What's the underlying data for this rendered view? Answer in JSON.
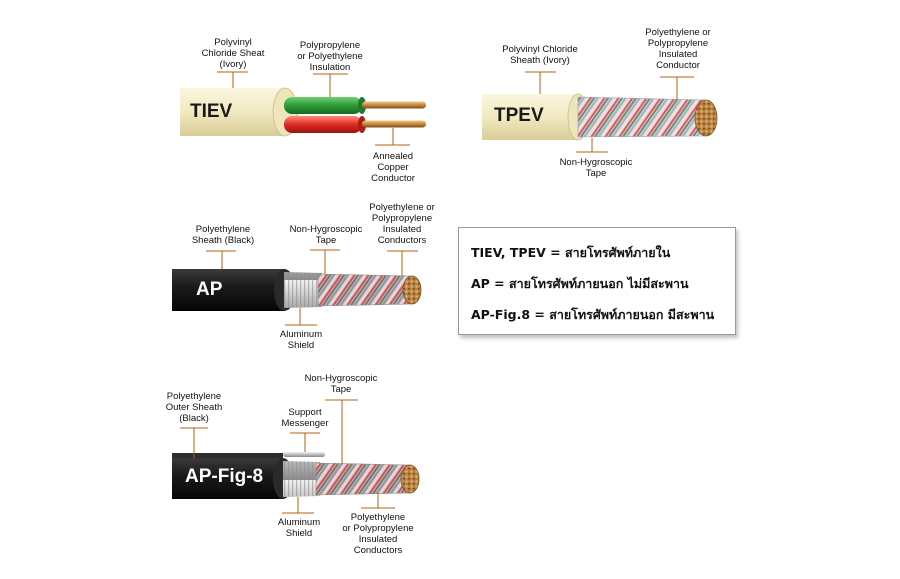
{
  "tiev": {
    "name": "TIEV",
    "sheath_label": "Polyvinyl\nChloride Sheat\n(Ivory)",
    "insulation_label": "Polypropylene\nor Polyethylene\nInsulation",
    "conductor_label": "Annealed\nCopper\nConductor"
  },
  "tpev": {
    "name": "TPEV",
    "sheath_label": "Polyvinyl Chloride\nSheath (Ivory)",
    "conductor_label": "Polyethylene or\nPolypropylene\nInsulated\nConductor",
    "tape_label": "Non-Hygroscopic\nTape"
  },
  "ap": {
    "name": "AP",
    "sheath_label": "Polyethylene\nSheath (Black)",
    "tape_label": "Non-Hygroscopic\nTape",
    "conductor_label": "Polyethylene or\nPolypropylene\nInsulated\nConductors",
    "shield_label": "Aluminum\nShield"
  },
  "apfig8": {
    "name": "AP-Fig-8",
    "sheath_label": "Polyethylene\nOuter Sheath\n(Black)",
    "tape_label": "Non-Hygroscopic\nTape",
    "messenger_label": "Support\nMessenger",
    "shield_label": "Aluminum\nShield",
    "conductor_label": "Polyethylene\nor Polypropylene\nInsulated\nConductors"
  },
  "legend": {
    "line1": "TIEV, TPEV = สายโทรศัพท์ภายใน",
    "line2": "AP = สายโทรศัพท์ภายนอก ไม่มีสะพาน",
    "line3": "AP-Fig.8 = สายโทรศัพท์ภายนอก มีสะพาน"
  },
  "colors": {
    "ivory": "#f3ebc4",
    "black_sheath": "#1a1a1a",
    "leader": "#b8620e",
    "green_wire": "#2e9a38",
    "red_wire": "#e02a24",
    "copper": "#b8874a"
  }
}
